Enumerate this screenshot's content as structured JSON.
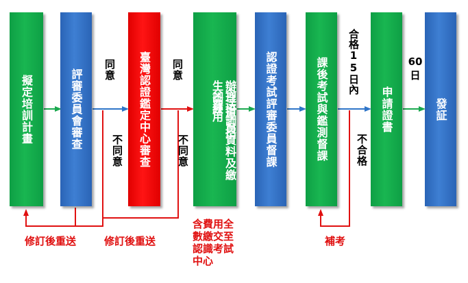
{
  "boxes": {
    "draft_plan": "擬定培訓計畫",
    "review_committee": "評審委員會審查",
    "taiwan_center_review": "臺灣認證鑑定中心審查",
    "organize_training_line1": "辦理培訓招生訓練",
    "organize_training_line2": "含送學員資料及繳交費用",
    "cert_exam_committee": "認證考試評審委員督課",
    "post_exam": "課後考試與鑑測督課",
    "apply_certificate": "申請證書",
    "issue": "發証"
  },
  "labels": {
    "agree_1": "同意",
    "agree_2": "同意",
    "disagree_1": "不同意",
    "disagree_2": "不同意",
    "pass_15_days": "合格15日內",
    "fail": "不合格",
    "sixty_days": "60日"
  },
  "feedback": {
    "revise_resend_1": "修訂後重送",
    "revise_resend_2": "修訂後重送",
    "fees_note": "含費用全數繳交至認識考試中心",
    "makeup_exam": "補考"
  },
  "colors": {
    "green": "#19b651",
    "blue": "#3e7fd3",
    "red": "#ff1414",
    "arrow_blue": "#2e75c8",
    "arrow_red": "#e01010",
    "arrow_green": "#1aa84f"
  }
}
